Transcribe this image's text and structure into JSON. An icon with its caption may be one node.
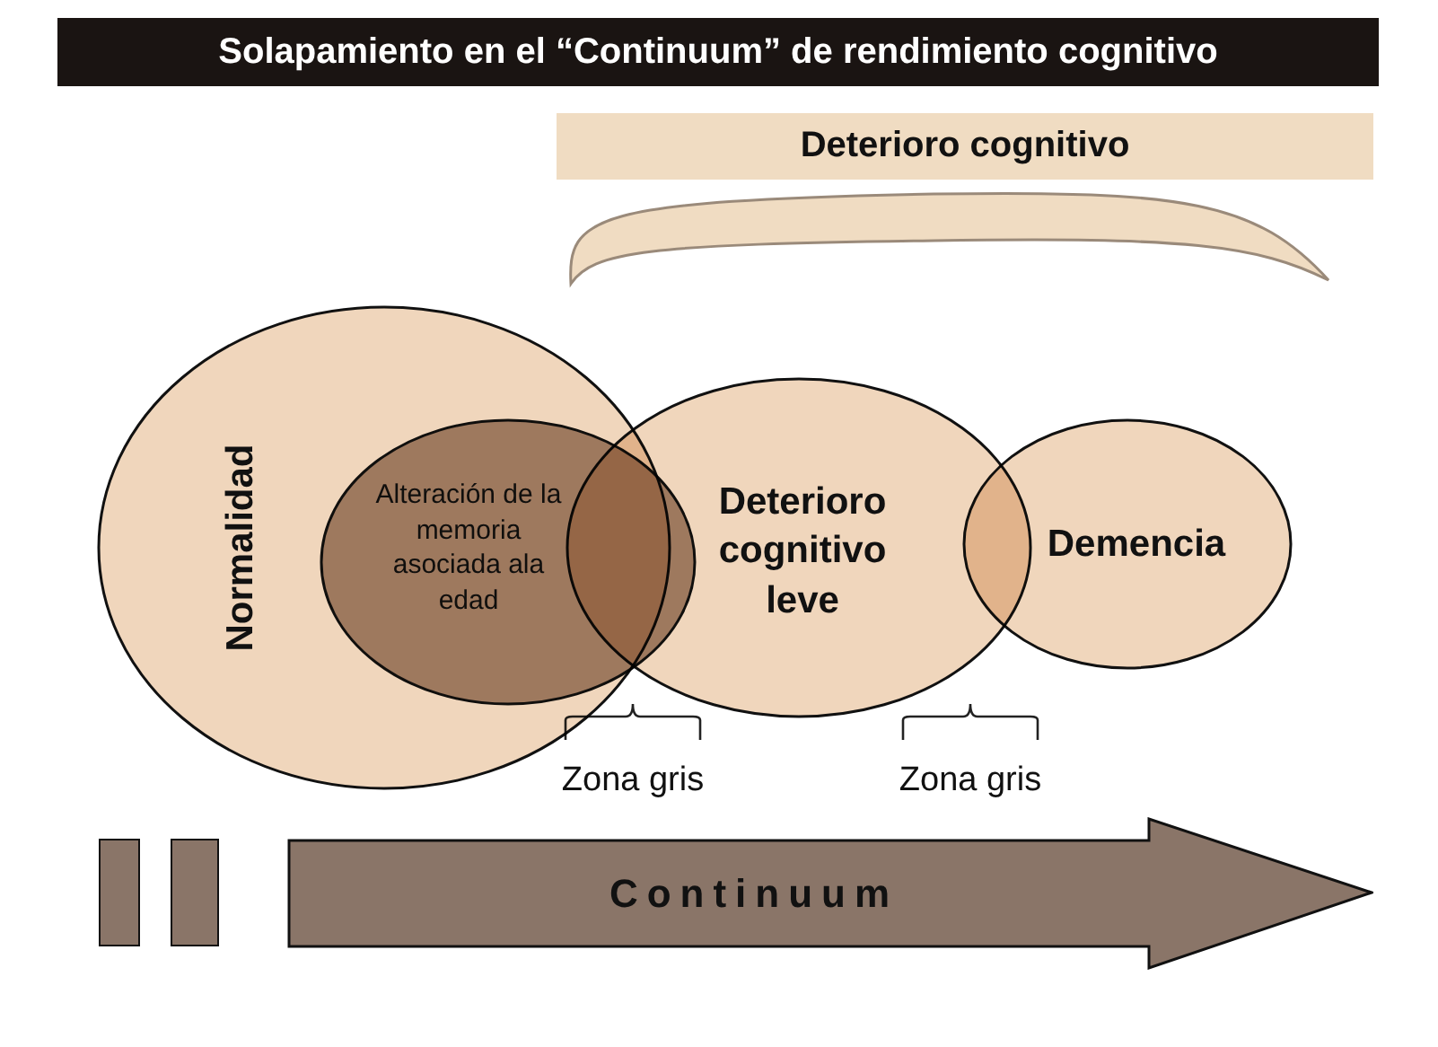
{
  "diagram": {
    "title": "Solapamiento en el “Continuum” de rendimiento cognitivo",
    "nodes": [
      {
        "text": [
          "Deterioro cognitivo"
        ]
      },
      {
        "text": [
          "Normalidad"
        ]
      },
      {
        "text": [
          "Alteración de la memoria asociada ala edad"
        ]
      },
      {
        "text": [
          "Deterioro cognitivo leve"
        ]
      },
      {
        "text": [
          "Demencia"
        ]
      },
      {
        "text": [],
        "shape": "box"
      },
      {
        "text": [],
        "shape": "box"
      },
      {
        "text": [
          "Continuum"
        ]
      }
    ],
    "edges": [],
    "labels": [
      "Zona gris",
      "Zona gris"
    ]
  }
}
